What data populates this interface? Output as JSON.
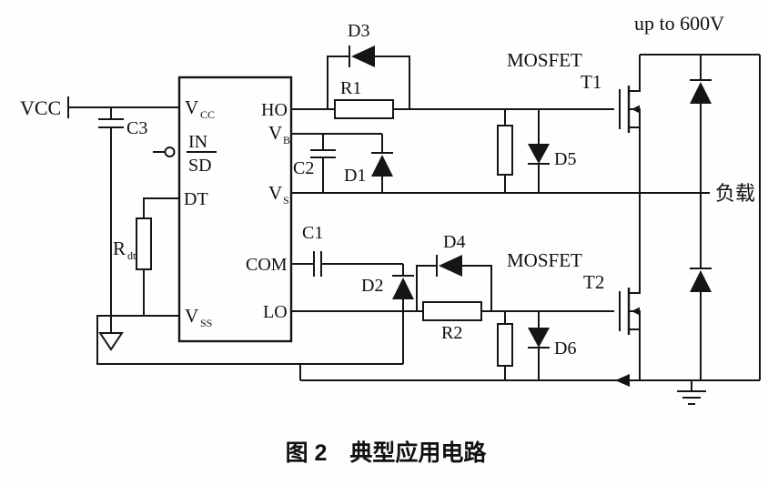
{
  "figure": {
    "caption": "图 2　典型应用电路"
  },
  "labels": {
    "vcc": "VCC",
    "c3": "C3",
    "rdt_base": "R",
    "rdt_sub": "dt",
    "ic": {
      "pin_vcc_base": "V",
      "pin_vcc_sub": "CC",
      "pin_in": "IN",
      "pin_sd": "SD",
      "pin_dt": "DT",
      "pin_vss_base": "V",
      "pin_vss_sub": "SS",
      "pin_ho": "HO",
      "pin_vb_base": "V",
      "pin_vb_sub": "B",
      "pin_vs_base": "V",
      "pin_vs_sub": "S",
      "pin_com": "COM",
      "pin_lo": "LO"
    },
    "d1": "D1",
    "d2": "D2",
    "d3": "D3",
    "d4": "D4",
    "d5": "D5",
    "d6": "D6",
    "r1": "R1",
    "r2": "R2",
    "c1": "C1",
    "c2": "C2",
    "mosfet1": "MOSFET",
    "t1": "T1",
    "mosfet2": "MOSFET",
    "t2": "T2",
    "voltage": "up to 600V",
    "load": "负载"
  }
}
